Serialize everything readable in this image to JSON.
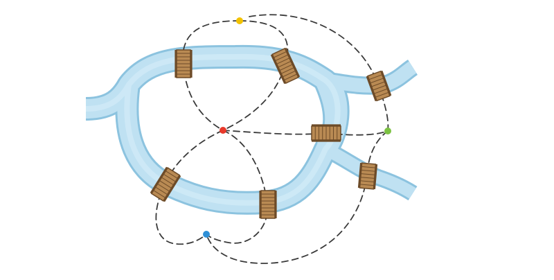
{
  "diagram": {
    "subject": "seven-bridges-of-konigsberg",
    "colors": {
      "background": "#ffffff",
      "river_fill": "#bfe1f2",
      "river_edge": "#8cc3df",
      "bridge_wood": "#b98a53",
      "bridge_dark": "#6d4b28",
      "path": "#3a3a3a",
      "node_north": "#f2c200",
      "node_center": "#e8392b",
      "node_east": "#7cc242",
      "node_south": "#2e8fd6"
    },
    "nodes": [
      {
        "id": "north",
        "color_key": "node_north"
      },
      {
        "id": "center",
        "color_key": "node_center"
      },
      {
        "id": "east",
        "color_key": "node_east"
      },
      {
        "id": "south",
        "color_key": "node_south"
      }
    ],
    "bridges": [
      {
        "id": "bridge-1",
        "connects": [
          "north",
          "center"
        ]
      },
      {
        "id": "bridge-2",
        "connects": [
          "north",
          "center"
        ]
      },
      {
        "id": "bridge-3",
        "connects": [
          "north",
          "east"
        ]
      },
      {
        "id": "bridge-4",
        "connects": [
          "center",
          "east"
        ]
      },
      {
        "id": "bridge-5",
        "connects": [
          "south",
          "east"
        ]
      },
      {
        "id": "bridge-6",
        "connects": [
          "south",
          "center"
        ]
      },
      {
        "id": "bridge-7",
        "connects": [
          "south",
          "center"
        ]
      }
    ]
  }
}
